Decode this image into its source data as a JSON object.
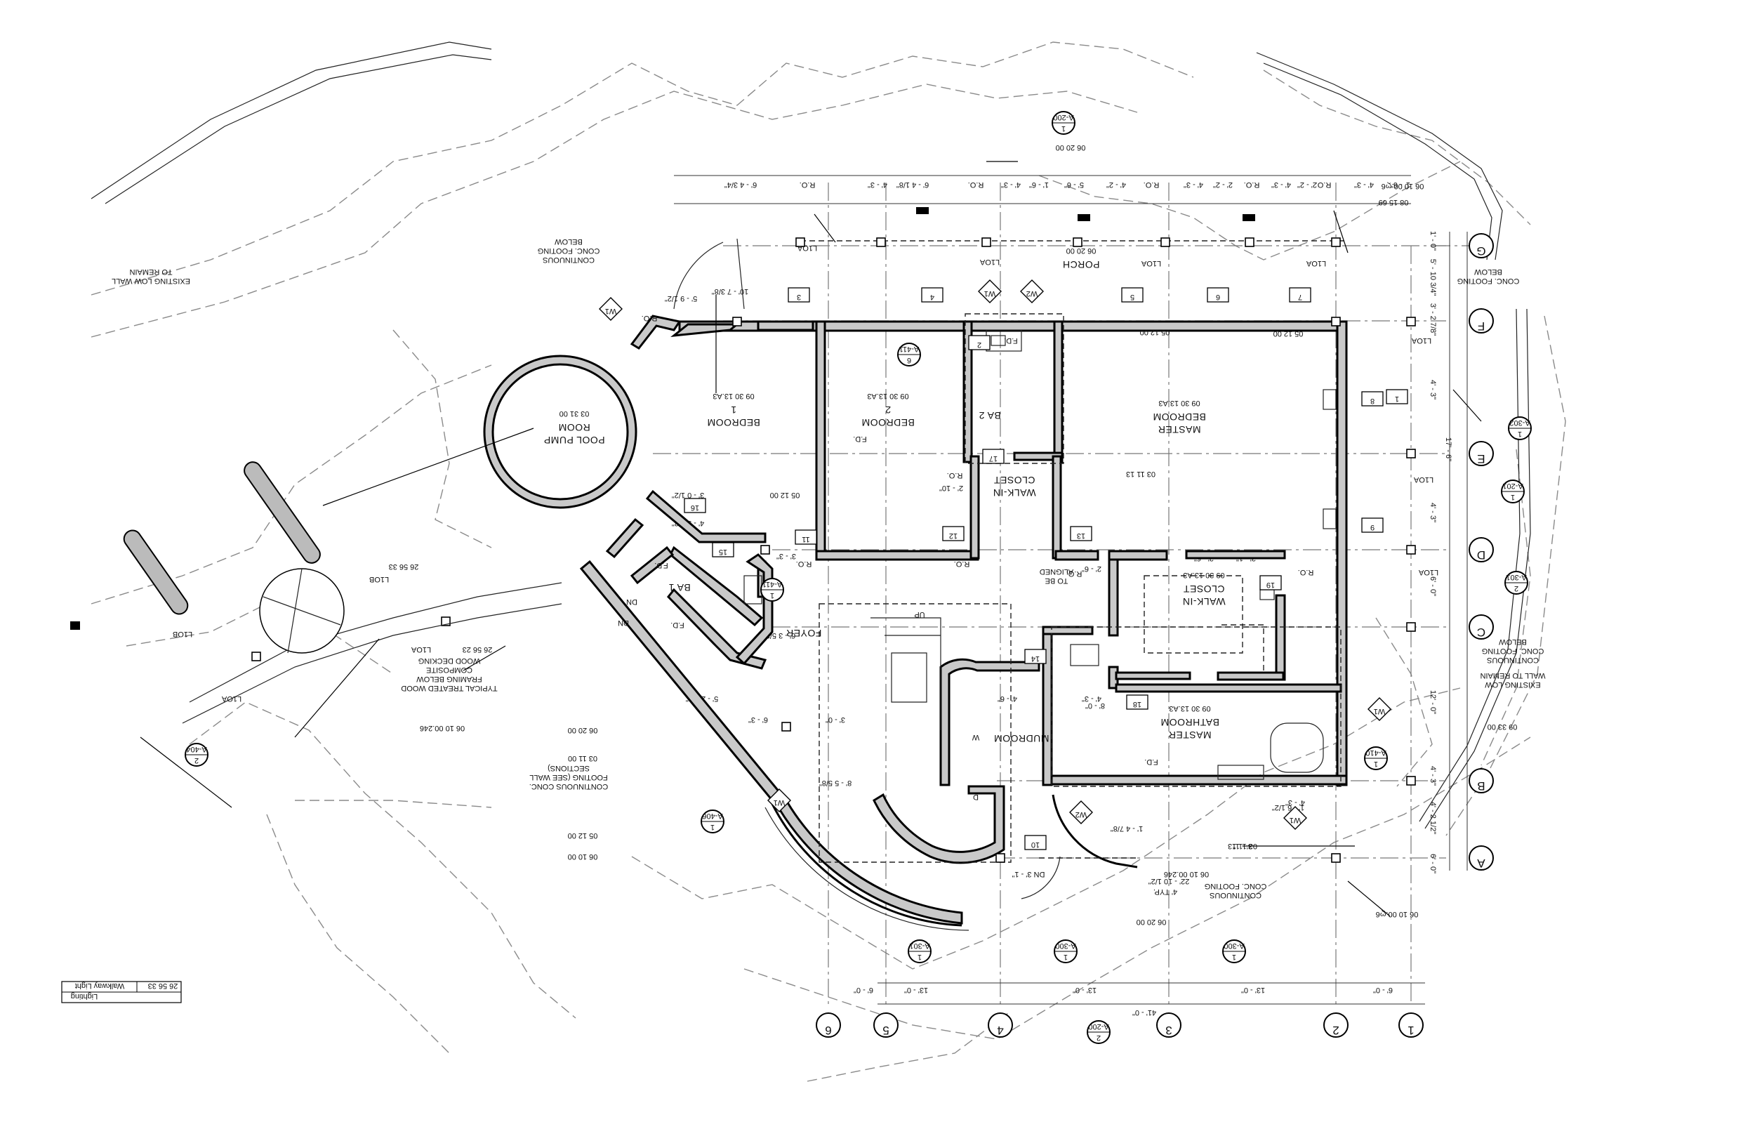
{
  "grid_rows": [
    "G",
    "F",
    "E",
    "D",
    "C",
    "B",
    "A"
  ],
  "grid_cols": [
    "1",
    "2",
    "3",
    "4",
    "5",
    "6"
  ],
  "rooms": [
    {
      "name": "master-bedroom",
      "lines": [
        "MASTER",
        "BEDROOM",
        "09 30 13.A3"
      ]
    },
    {
      "name": "bedroom-2",
      "lines": [
        "BEDROOM",
        "2",
        "09 30 13.A3"
      ]
    },
    {
      "name": "bedroom",
      "lines": [
        "BEDROOM",
        "1",
        "09 30 13.A3"
      ]
    },
    {
      "name": "pool-pump-room",
      "lines": [
        "POOL PUMP",
        "ROOM",
        "03 31 00"
      ]
    },
    {
      "name": "ba-2",
      "lines": [
        "BA 2"
      ]
    },
    {
      "name": "walk-in-closet-1",
      "lines": [
        "WALK-IN",
        "CLOSET"
      ]
    },
    {
      "name": "walk-in-closet-2",
      "lines": [
        "WALK-IN",
        "CLOSET",
        "09 30 13.A3"
      ]
    },
    {
      "name": "master-bathroom",
      "lines": [
        "MASTER",
        "BATHROOM",
        "09 30 13.A3"
      ]
    },
    {
      "name": "porch",
      "lines": [
        "PORCH",
        "06 20 00"
      ]
    },
    {
      "name": "foyer",
      "lines": [
        "FOYER"
      ]
    },
    {
      "name": "mudroom",
      "lines": [
        "MUDROOM"
      ]
    },
    {
      "name": "ba-1",
      "lines": [
        "BA 1"
      ]
    }
  ],
  "notes": [
    "EXISTING LOW WALL TO REMAIN",
    "CONTINUOUS CONC. FOOTING BELOW",
    "CONC. FOOTING BELOW",
    "CONTINUOUS CONC. FOOTING BELOW",
    "EXISTING LOW WALL TO REMAIN",
    "TYPICAL TREATED WOOD FRAMING BELOW COMPOSITE WOOD DECKING",
    "CONTINUOUS CONC. FOOTING (SEE WALL SECTIONS)",
    "CONTINUOUS CONC. FOOTING",
    "TO BE ALIGNED",
    "Lighting",
    "Walkway Light"
  ],
  "codes": {
    "c062000": "06 20 00",
    "c061000": "06 10 00.ღ6",
    "c051200": "05 12 00",
    "c031113": "03 11 13",
    "c265623": "26 56 23",
    "c265633": "26 56 33",
    "c093300": "09 33 00",
    "c081569": "08 15 69",
    "c061000b": "06 10 00.246",
    "c031100": "03 11 00",
    "c061000c": "06 10 00"
  },
  "tags": [
    "L1OA",
    "L1OB",
    "F.D.",
    "R.O.",
    "DN",
    "UP",
    "W",
    "D"
  ],
  "door_numbers": [
    "1",
    "2",
    "3",
    "4",
    "5",
    "6",
    "7",
    "8",
    "9",
    "10",
    "11",
    "12",
    "13",
    "14",
    "15",
    "16",
    "17",
    "18",
    "19"
  ],
  "window_tags": [
    "W1",
    "W2"
  ],
  "section_marks": [
    {
      "ref": "A-200",
      "num": "1"
    },
    {
      "ref": "A-200",
      "num": "2"
    },
    {
      "ref": "A-300",
      "num": "1"
    },
    {
      "ref": "A-300",
      "num": "1"
    },
    {
      "ref": "A-301",
      "num": "1"
    },
    {
      "ref": "A-301",
      "num": "2"
    },
    {
      "ref": "A-302",
      "num": "1"
    },
    {
      "ref": "A-201",
      "num": "1"
    },
    {
      "ref": "A-404",
      "num": "2"
    },
    {
      "ref": "A-406",
      "num": "1"
    },
    {
      "ref": "A-410",
      "num": "1"
    },
    {
      "ref": "A-411",
      "num": "1"
    },
    {
      "ref": "A-411",
      "num": "6"
    }
  ],
  "dimensions_top": [
    "6' - 4 3/4\"",
    "R.O.",
    "4' - 3\"",
    "6' - 4 1/8\"",
    "R.O.",
    "4' - 3\"",
    "1' - 6\"",
    "5' - 6\"",
    "4' - 2\"",
    "R.O.",
    "4' - 3\"",
    "2' - 2\"",
    "R.O.",
    "4' - 3\"",
    "2' - 2\"",
    "R.O.",
    "4' - 3\"",
    "1' - 6\""
  ],
  "dimensions_bottom": [
    "6' - 0\"",
    "13' - 0\"",
    "13' - 0\"",
    "13' - 0\"",
    "6' - 0\"",
    "41' - 0\""
  ],
  "dimensions_right": [
    "1' - 0\"",
    "5' - 10 3/4\"",
    "3' - 2 7/8\"",
    "4' - 3\"",
    "4' - 3\"",
    "6' - 0\"",
    "12' - 0\"",
    "4' - 3\"",
    "4' - 2 1/2\"",
    "6' - 0\"",
    "17' - 6\""
  ],
  "dimensions_misc": [
    "10' - 7 3/8\"",
    "5' - 9 1/2\"",
    "4' - 5 1/2\"",
    "3' - 0 1/2\"",
    "6' - 3 5/8\"",
    "5' - 2 1/8\"",
    "6' - 3\"",
    "3' - 0\"",
    "8' - 5 5/8\"",
    "8' - 0\"",
    "4' - 3\"",
    "4' - 6\"",
    "2' - 10\"",
    "3' - 3\"",
    "3' - 3\"",
    "2' - 6\"",
    "2' - 6\"",
    "3' - 1\"",
    "4' - 4 1/2\"",
    "1' - 6 1/2\"",
    "4' - 3\"",
    "22' - 10 1/2\"",
    "4' TYP.",
    "DN 3' - 1\"",
    "1' - 4 7/8\"",
    "3' - 1\"",
    "2' - 4\"",
    "2' - 4\""
  ],
  "title_block": {
    "code": "26 56 33",
    "line1": "Walkway Light",
    "line2": "Lighting"
  }
}
